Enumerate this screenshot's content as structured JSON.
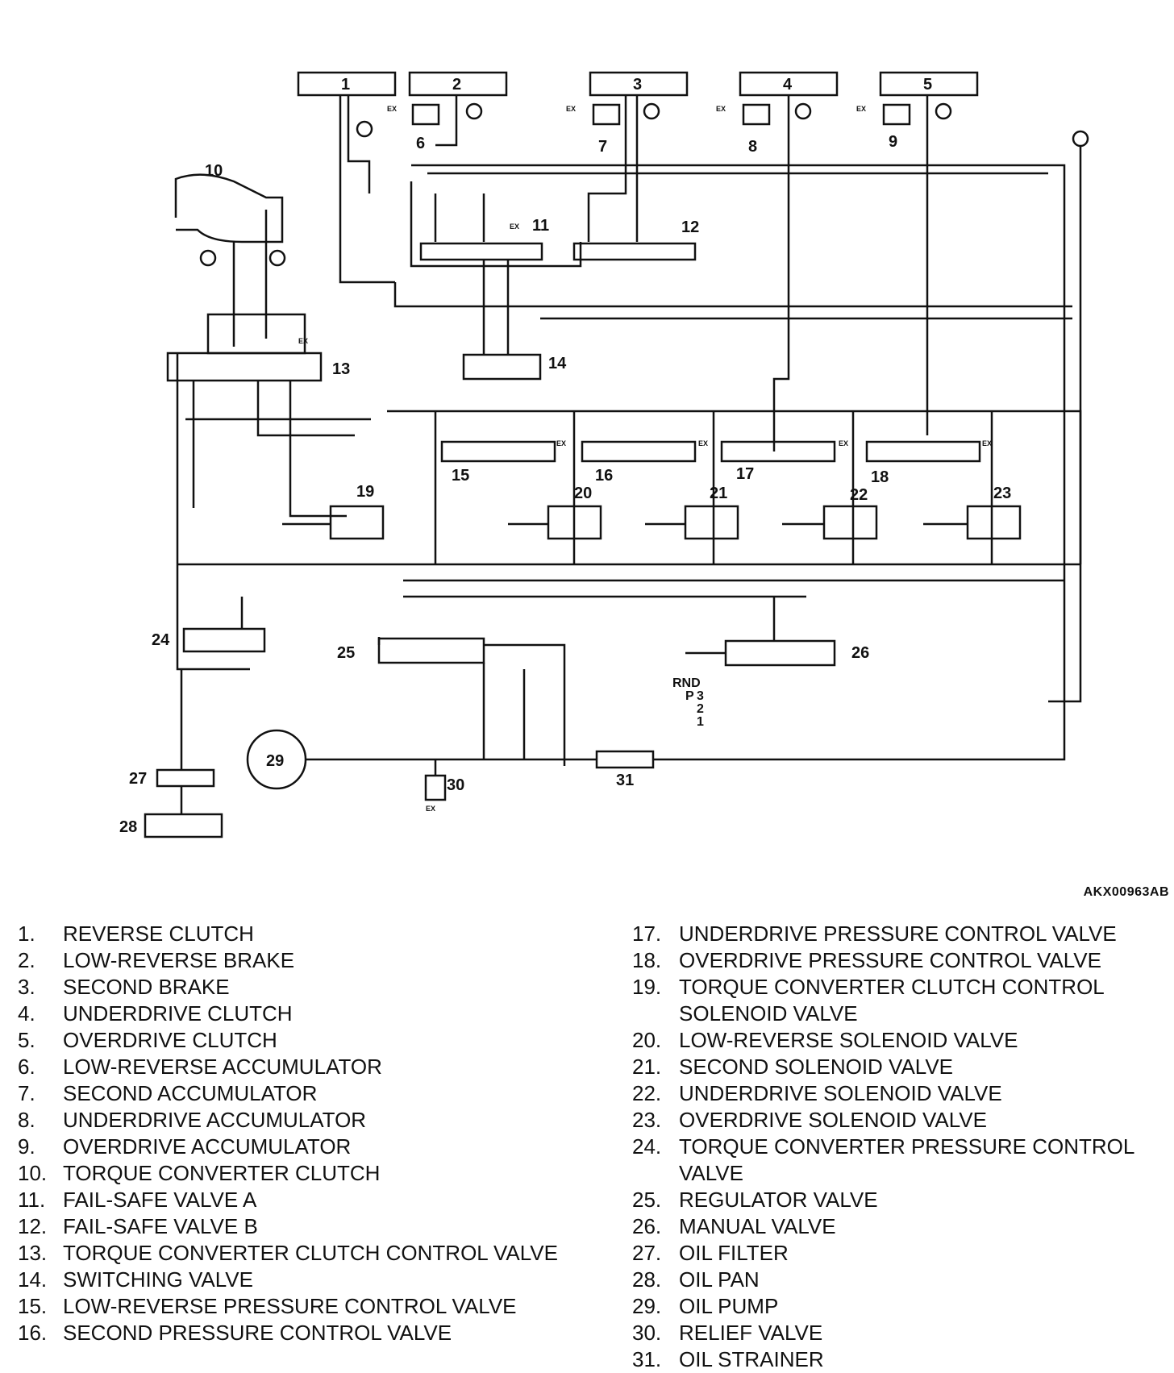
{
  "figure_code": "AKX00963AB",
  "diagram": {
    "component_numbers": [
      "1",
      "2",
      "3",
      "4",
      "5",
      "6",
      "7",
      "8",
      "9",
      "10",
      "11",
      "12",
      "13",
      "14",
      "15",
      "16",
      "17",
      "18",
      "19",
      "20",
      "21",
      "22",
      "23",
      "24",
      "25",
      "26",
      "27",
      "28",
      "29",
      "30",
      "31"
    ],
    "manual_positions": {
      "row1": "RND",
      "col": [
        "P",
        "3",
        "2",
        "1"
      ]
    },
    "exhaust_mark": "EX"
  },
  "legend_left": [
    {
      "num": "1.",
      "label": "REVERSE CLUTCH"
    },
    {
      "num": "2.",
      "label": "LOW-REVERSE BRAKE"
    },
    {
      "num": "3.",
      "label": "SECOND BRAKE"
    },
    {
      "num": "4.",
      "label": "UNDERDRIVE CLUTCH"
    },
    {
      "num": "5.",
      "label": "OVERDRIVE CLUTCH"
    },
    {
      "num": "6.",
      "label": "LOW-REVERSE ACCUMULATOR"
    },
    {
      "num": "7.",
      "label": "SECOND ACCUMULATOR"
    },
    {
      "num": "8.",
      "label": "UNDERDRIVE ACCUMULATOR"
    },
    {
      "num": "9.",
      "label": "OVERDRIVE ACCUMULATOR"
    },
    {
      "num": "10.",
      "label": "TORQUE CONVERTER CLUTCH"
    },
    {
      "num": "11.",
      "label": "FAIL-SAFE VALVE A"
    },
    {
      "num": "12.",
      "label": "FAIL-SAFE VALVE B"
    },
    {
      "num": "13.",
      "label": "TORQUE CONVERTER CLUTCH CONTROL VALVE"
    },
    {
      "num": "14.",
      "label": "SWITCHING VALVE"
    },
    {
      "num": "15.",
      "label": "LOW-REVERSE PRESSURE CONTROL VALVE"
    },
    {
      "num": "16.",
      "label": "SECOND PRESSURE CONTROL VALVE"
    }
  ],
  "legend_right": [
    {
      "num": "17.",
      "label": "UNDERDRIVE PRESSURE CONTROL VALVE"
    },
    {
      "num": "18.",
      "label": "OVERDRIVE PRESSURE CONTROL VALVE"
    },
    {
      "num": "19.",
      "label": "TORQUE CONVERTER CLUTCH CONTROL SOLENOID VALVE"
    },
    {
      "num": "20.",
      "label": "LOW-REVERSE SOLENOID VALVE"
    },
    {
      "num": "21.",
      "label": "SECOND SOLENOID VALVE"
    },
    {
      "num": "22.",
      "label": "UNDERDRIVE SOLENOID VALVE"
    },
    {
      "num": "23.",
      "label": "OVERDRIVE SOLENOID VALVE"
    },
    {
      "num": "24.",
      "label": "TORQUE CONVERTER PRESSURE CONTROL VALVE"
    },
    {
      "num": "25.",
      "label": "REGULATOR VALVE"
    },
    {
      "num": "26.",
      "label": "MANUAL VALVE"
    },
    {
      "num": "27.",
      "label": "OIL FILTER"
    },
    {
      "num": "28.",
      "label": "OIL PAN"
    },
    {
      "num": "29.",
      "label": "OIL PUMP"
    },
    {
      "num": "30.",
      "label": "RELIEF VALVE"
    },
    {
      "num": "31.",
      "label": "OIL STRAINER"
    }
  ]
}
